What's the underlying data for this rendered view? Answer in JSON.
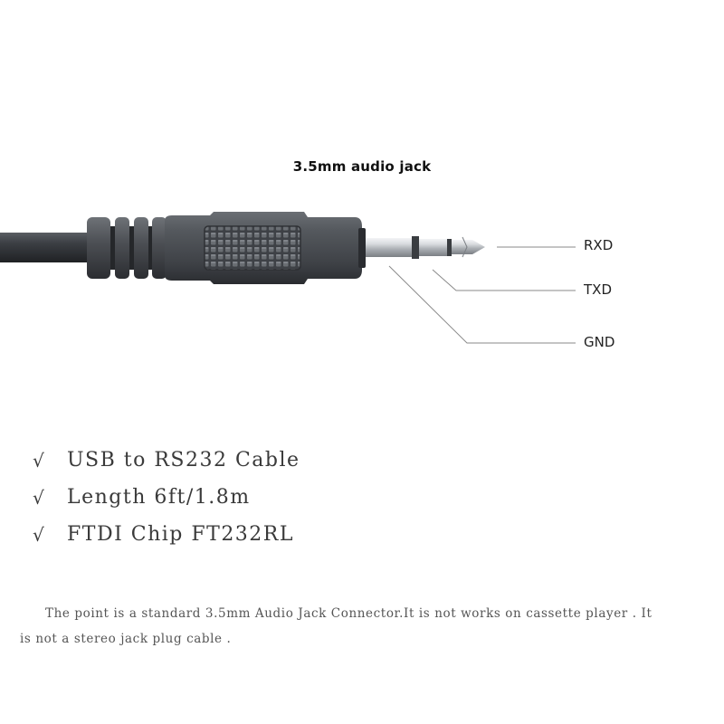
{
  "title": "3.5mm audio jack",
  "pins": {
    "rxd": "RXD",
    "txd": "TXD",
    "gnd": "GND"
  },
  "features": [
    {
      "icon": "check-icon",
      "text": "USB to RS232 Cable"
    },
    {
      "icon": "check-icon",
      "text": "Length 6ft/1.8m"
    },
    {
      "icon": "check-icon",
      "text": "FTDI Chip FT232RL"
    }
  ],
  "note": "The point is a standard 3.5mm Audio Jack Connector.It is  not works on cassette player . It is not a stereo jack plug cable .",
  "colors": {
    "cable": "#3a3d41",
    "plug_body": "#4a4d52",
    "metal": "#c9ccd0",
    "leader_line": "#888888",
    "text": "#222222"
  }
}
